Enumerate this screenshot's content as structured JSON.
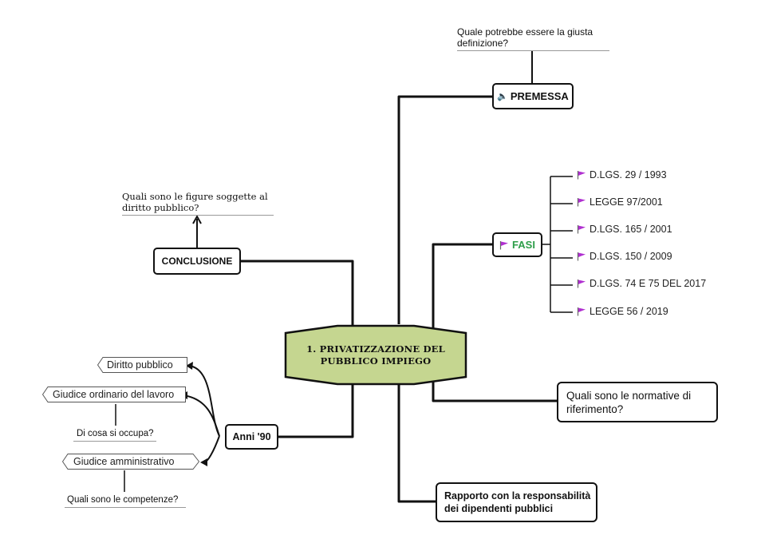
{
  "central": {
    "title": "1. PRIVATIZZAZIONE DEL PUBBLICO IMPIEGO"
  },
  "premessa": {
    "icon": "speaker-icon",
    "label": "PREMESSA",
    "note": "Quale potrebbe essere la giusta definizione?"
  },
  "fasi": {
    "icon": "flag-icon",
    "label": "FASI",
    "label_color": "#2e9e4a",
    "flag_color": "#b030d0",
    "items": [
      "D.LGS. 29 / 1993",
      "LEGGE 97/2001",
      "D.LGS. 165 / 2001",
      "D.LGS. 150 / 2009",
      "D.LGS. 74 E 75 DEL 2017",
      "LEGGE 56 / 2019"
    ]
  },
  "normative": {
    "label": "Quali sono le normative di riferimento?"
  },
  "rapporto": {
    "label": "Rapporto con la responsabilità dei dipendenti pubblici"
  },
  "conclusione": {
    "label": "CONCLUSIONE",
    "note": "Quali sono le figure soggette al diritto pubblico?"
  },
  "anni90": {
    "label": "Anni '90",
    "items": [
      {
        "label": "Diritto pubblico"
      },
      {
        "label": "Giudice ordinario del lavoro",
        "note": "Di cosa si occupa?"
      },
      {
        "label": "Giudice amministrativo",
        "note": "Quali sono le competenze?"
      }
    ]
  },
  "colors": {
    "central_fill": "#c5d690",
    "line": "#111111"
  }
}
